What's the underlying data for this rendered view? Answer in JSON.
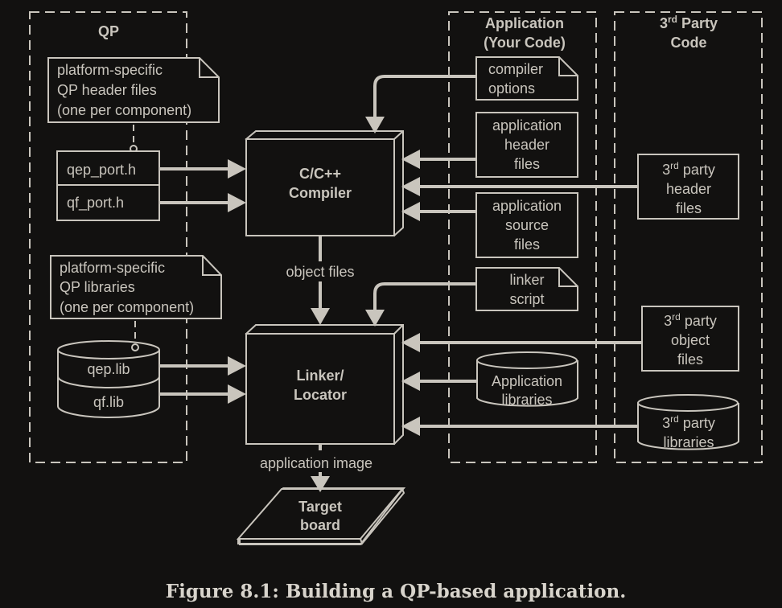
{
  "colors": {
    "background": "#121110",
    "foreground": "#c9c5bd",
    "caption": "#d8d4cc"
  },
  "groups": {
    "qp": {
      "title": "QP"
    },
    "application": {
      "title_line1": "Application",
      "title_line2": "(Your Code)"
    },
    "third_party": {
      "title_line1_base": "3",
      "title_line1_sup": "rd",
      "title_line1_rest": " Party",
      "title_line2": "Code"
    }
  },
  "qp": {
    "header_note": [
      "platform-specific",
      "QP header files",
      "(one per component)"
    ],
    "header_files": [
      "qep_port.h",
      "qf_port.h"
    ],
    "library_note": [
      "platform-specific",
      "QP libraries",
      "(one per component)"
    ],
    "libraries": [
      "qep.lib",
      "qf.lib"
    ]
  },
  "application": {
    "compiler_options": [
      "compiler",
      "options"
    ],
    "header_files": [
      "application",
      "header",
      "files"
    ],
    "source_files": [
      "application",
      "source",
      "files"
    ],
    "linker_script": [
      "linker",
      "script"
    ],
    "libraries": [
      "Application",
      "libraries"
    ]
  },
  "third_party": {
    "header_files": {
      "sup_base": "3",
      "sup": "rd",
      "rest": " party",
      "lines": [
        "header",
        "files"
      ]
    },
    "object_files": {
      "sup_base": "3",
      "sup": "rd",
      "rest": " party",
      "lines": [
        "object",
        "files"
      ]
    },
    "libraries": {
      "sup_base": "3",
      "sup": "rd",
      "rest": " party",
      "lines": [
        "libraries"
      ]
    }
  },
  "compiler": {
    "label": [
      "C/C++",
      "Compiler"
    ]
  },
  "linker": {
    "label": [
      "Linker/",
      "Locator"
    ]
  },
  "target": {
    "label": [
      "Target",
      "board"
    ]
  },
  "edges": {
    "object_files": "object files",
    "application_image": "application image"
  },
  "caption": "Figure 8.1:  Building a QP-based application."
}
